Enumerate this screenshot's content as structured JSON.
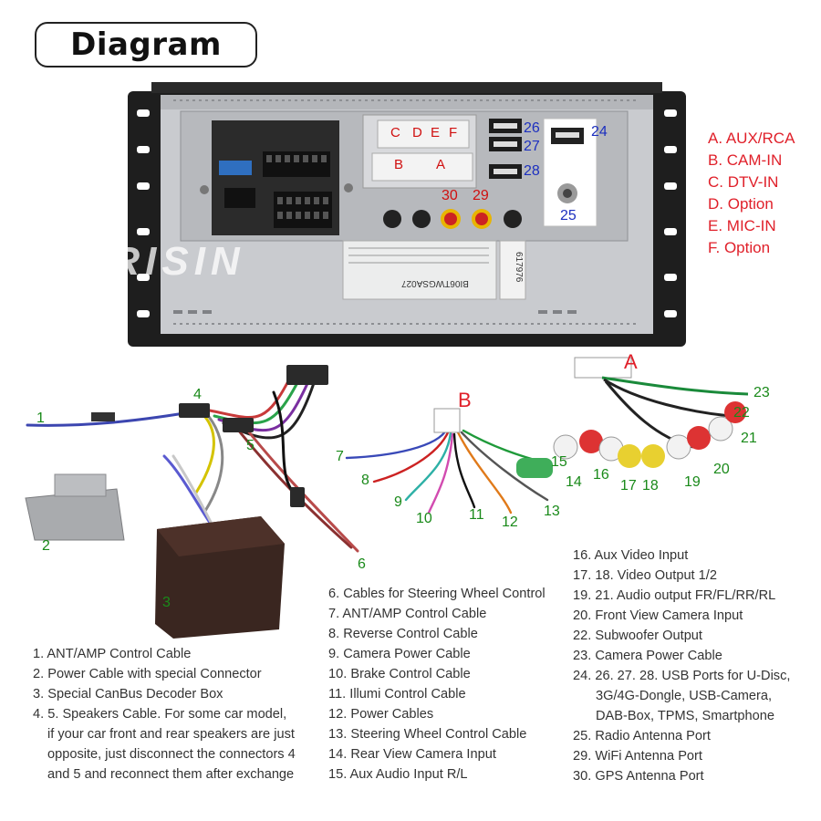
{
  "title": "Diagram",
  "brand": "ERISIN",
  "unit": {
    "label_code": "BI06TWGSA027",
    "serial": "617976",
    "port_numbers": {
      "p24": "24",
      "p25": "25",
      "p26": "26",
      "p27": "27",
      "p28": "28",
      "p29": "29",
      "p30": "30"
    },
    "connector_letters": {
      "c": "C",
      "d": "D",
      "e": "E",
      "f": "F",
      "b": "B",
      "a": "A"
    }
  },
  "legend": [
    {
      "letter": "A. AUX/RCA"
    },
    {
      "letter": "B. CAM-IN"
    },
    {
      "letter": "C. DTV-IN"
    },
    {
      "letter": "D. Option"
    },
    {
      "letter": "E. MIC-IN"
    },
    {
      "letter": "F. Option"
    }
  ],
  "callouts": {
    "n1": "1",
    "n2": "2",
    "n3": "3",
    "n4": "4",
    "n5": "5",
    "n6": "6",
    "n7": "7",
    "n8": "8",
    "n9": "9",
    "n10": "10",
    "n11": "11",
    "n12": "12",
    "n13": "13",
    "n14": "14",
    "n15": "15",
    "n16": "16",
    "n17": "17",
    "n18": "18",
    "n19": "19",
    "n20": "20",
    "n21": "21",
    "n22": "22",
    "n23": "23",
    "harness_a": "A",
    "harness_b": "B"
  },
  "descriptions": {
    "col1": [
      "1. ANT/AMP Control Cable",
      "2. Power Cable with special Connector",
      "3. Special CanBus Decoder Box",
      "4. 5. Speakers Cable. For some car model,",
      "if your car front and rear speakers are just",
      "opposite, just disconnect the connectors 4",
      "and 5 and reconnect them after exchange"
    ],
    "col2": [
      "6. Cables for Steering Wheel Control",
      "7. ANT/AMP Control Cable",
      "8. Reverse Control Cable",
      "9. Camera Power Cable",
      "10. Brake Control Cable",
      "11. Illumi Control Cable",
      "12. Power Cables",
      "13. Steering Wheel Control Cable",
      "14. Rear View Camera Input",
      "15. Aux Audio Input R/L"
    ],
    "col3": [
      "16. Aux Video Input",
      "17. 18. Video Output 1/2",
      "19. 21. Audio output FR/FL/RR/RL",
      "20. Front View Camera Input",
      "22. Subwoofer Output",
      "23. Camera Power Cable",
      "24. 26. 27. 28. USB Ports for U-Disc,",
      "3G/4G-Dongle, USB-Camera,",
      "DAB-Box, TPMS, Smartphone",
      "25. Radio Antenna Port",
      "29. WiFi Antenna Port",
      "30. GPS Antenna Port"
    ]
  }
}
